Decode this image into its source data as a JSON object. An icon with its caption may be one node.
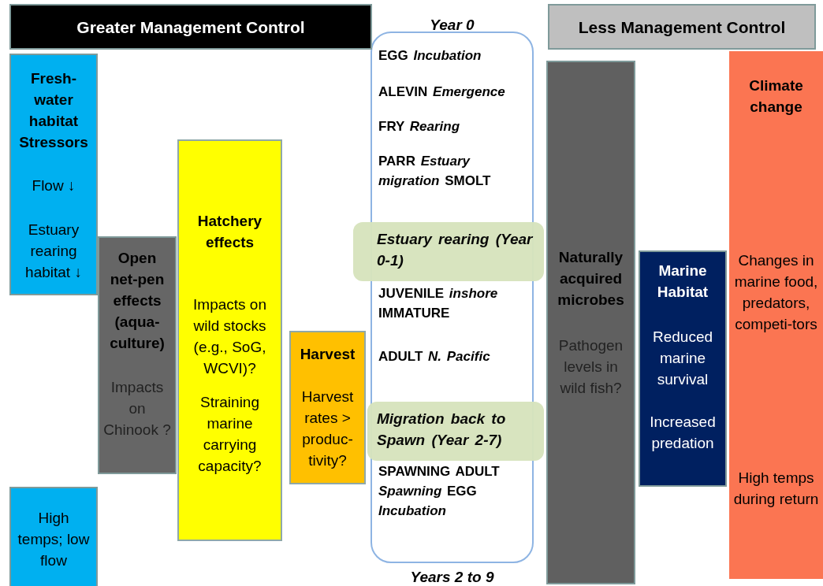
{
  "diagram": {
    "nodes": [
      {
        "text": [
          "Greater Management Control"
        ]
      },
      {
        "text": [
          "Less Management Control"
        ]
      },
      {
        "text": [
          "Fresh-water habitat Stressors",
          "Flow ↓",
          "Estuary rearing habitat ↓"
        ]
      },
      {
        "text": [
          "High temps; low flow"
        ]
      },
      {
        "text": [
          "Open net-pen effects (aqua-culture)",
          "Impacts on Chinook ?"
        ]
      },
      {
        "text": [
          "Hatchery effects",
          "Impacts on wild stocks (e.g., SoG, WCVI)?",
          "Straining marine carrying capacity?"
        ]
      },
      {
        "text": [
          "Harvest",
          "Harvest rates > produc-tivity?"
        ]
      },
      {
        "text": [
          "Year 0",
          "EGG *Incubation*",
          "ALEVIN *Emergence*",
          "FRY *Rearing*",
          "PARR *Estuary migration* SMOLT",
          "JUVENILE *inshore* IMMATURE",
          "ADULT *N. Pacific*",
          "SPAWNING ADULT *Spawning* EGG *Incubation*",
          "Years 2 to 9"
        ]
      },
      {
        "text": [
          "Estuary rearing (Year 0-1)"
        ]
      },
      {
        "text": [
          "Migration back to Spawn (Year 2-7)"
        ]
      },
      {
        "text": [
          "Naturally acquired microbes",
          "Pathogen levels in wild fish?"
        ]
      },
      {
        "text": [
          "Marine Habitat",
          "Reduced marine survival",
          "Increased predation"
        ]
      },
      {
        "text": [
          "Climate change",
          "Changes in marine food, predators, competi-tors",
          "High temps during return"
        ]
      }
    ]
  }
}
